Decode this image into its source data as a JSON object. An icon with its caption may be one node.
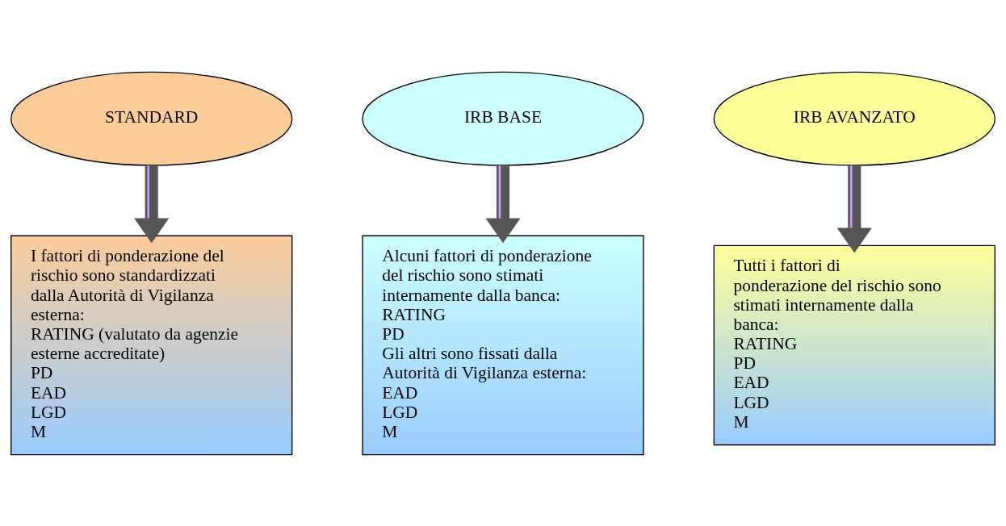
{
  "diagram": {
    "nodes": [
      {
        "text": [
          "STANDARD"
        ]
      },
      {
        "text": [
          "IRB BASE"
        ]
      },
      {
        "text": [
          "IRB AVANZATO"
        ]
      },
      {
        "text": [
          "I fattori di ponderazione del rischio sono standardizzati dalla Autorità di Vigilanza esterna:",
          "RATING (valutato da agenzie esterne accreditate)",
          "PD",
          "EAD",
          "LGD",
          "M"
        ]
      },
      {
        "text": [
          "Alcuni fattori di ponderazione del rischio sono stimati internamente dalla banca:",
          "RATING",
          "PD",
          "Gli altri sono fissati dalla Autorità di Vigilanza esterna:",
          "EAD",
          "LGD",
          "M"
        ]
      },
      {
        "text": [
          "Tutti i fattori di ponderazione del rischio sono stimati internamente dalla banca:",
          "RATING",
          "PD",
          "EAD",
          "LGD",
          "M"
        ]
      }
    ],
    "edges": [
      {
        "from": 0,
        "to": 3,
        "arrow": "to"
      },
      {
        "from": 1,
        "to": 4,
        "arrow": "to"
      },
      {
        "from": 2,
        "to": 5,
        "arrow": "to"
      }
    ]
  }
}
